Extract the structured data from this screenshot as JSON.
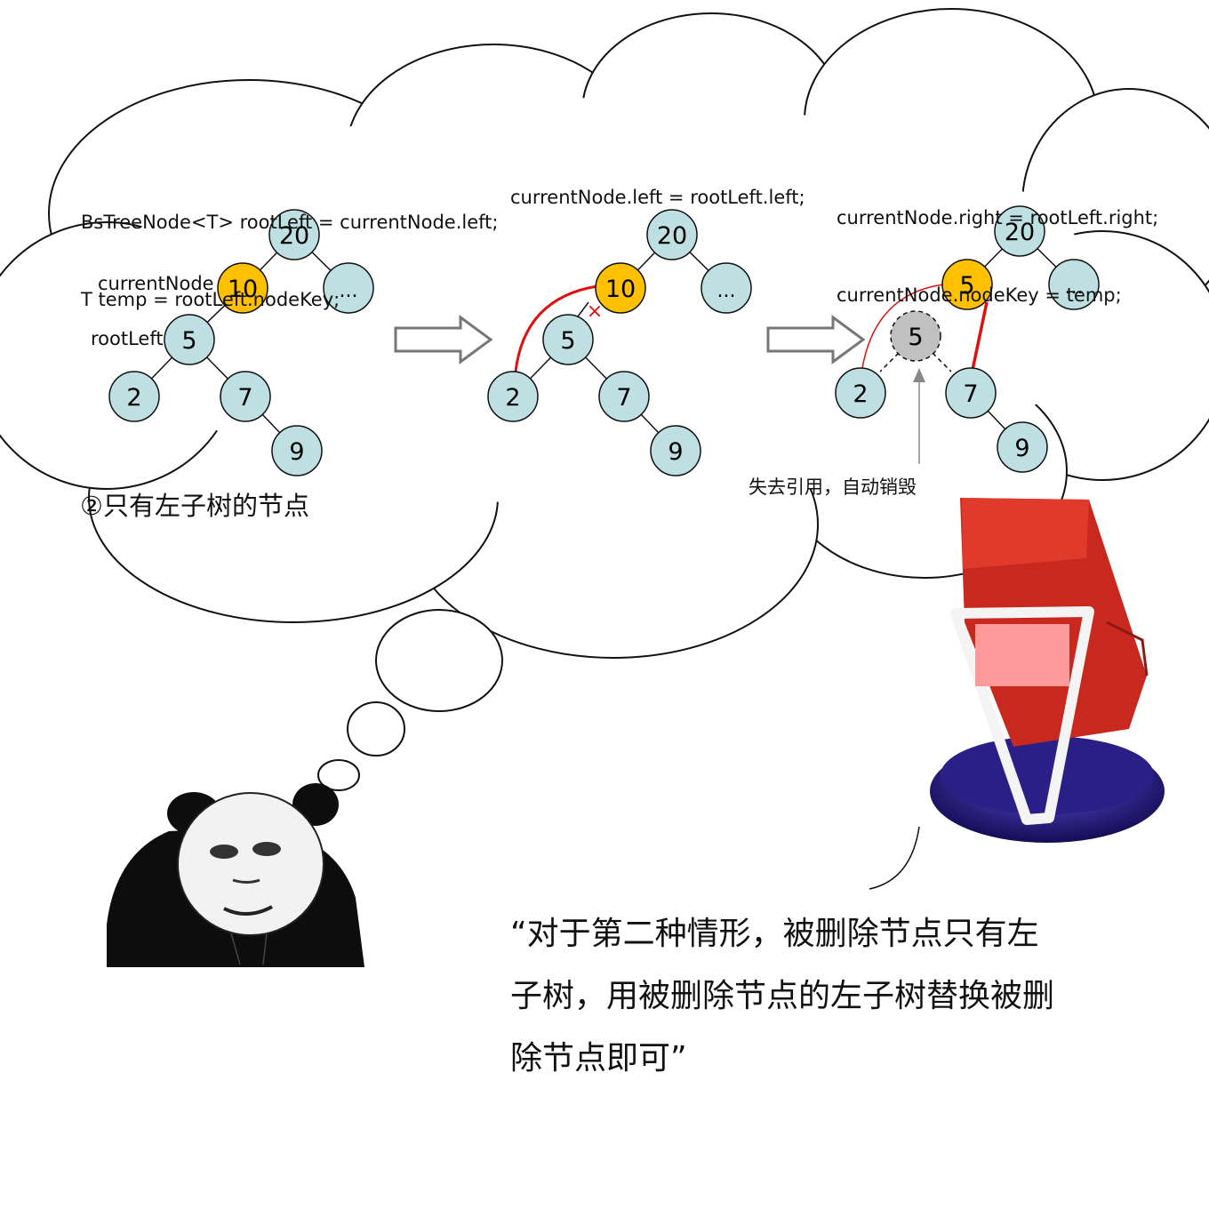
{
  "panel1": {
    "code_line1": "BsTreeNode<T> rootLeft = currentNode.left;",
    "code_line2": "T temp = rootLeft.nodeKey;",
    "label_current": "currentNode",
    "label_rootleft": "rootLeft",
    "nodes": {
      "root": "20",
      "current": "10",
      "right": "...",
      "left": "5",
      "ll": "2",
      "lr": "7",
      "lrr": "9"
    }
  },
  "panel2": {
    "code_line1": "currentNode.left = rootLeft.left;",
    "cut_mark": "×",
    "nodes": {
      "root": "20",
      "current": "10",
      "right": "...",
      "left": "5",
      "ll": "2",
      "lr": "7",
      "lrr": "9"
    }
  },
  "panel3": {
    "code_line1": "currentNode.right = rootLeft.right;",
    "code_line2": "currentNode.nodeKey = temp;",
    "nodes": {
      "root": "20",
      "current": "5",
      "right": "...",
      "detached": "5",
      "ll": "2",
      "lr": "7",
      "lrr": "9"
    },
    "note": "失去引用，自动销毁"
  },
  "caption": "②只有左子树的节点",
  "quote": {
    "line1": "“对于第二种情形，被删除节点只有左",
    "line2": "子树，用被删除节点的左子树替换被删",
    "line3": "除节点即可”"
  },
  "colors": {
    "node_fill": "#bfe0e3",
    "highlight_fill": "#ffc000",
    "detached_fill": "#c0c0c0",
    "link_red": "#e01010",
    "chair_red": "#c8281e",
    "chair_base": "#2a1f86"
  }
}
